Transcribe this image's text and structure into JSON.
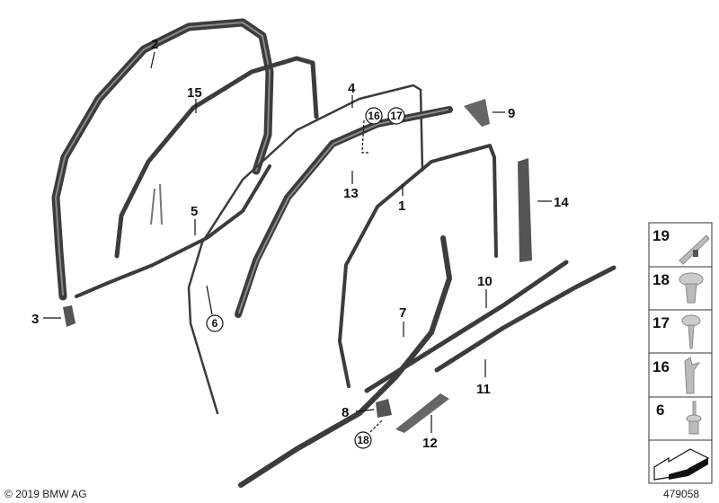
{
  "diagram": {
    "part_labels": {
      "p1": "1",
      "p2": "2",
      "p3": "3",
      "p4": "4",
      "p5": "5",
      "p7": "7",
      "p8": "8",
      "p9": "9",
      "p10": "10",
      "p11": "11",
      "p12": "12",
      "p13": "13",
      "p14": "14",
      "p15": "15"
    },
    "circled_labels": {
      "c6": "6",
      "c16": "16",
      "c17": "17",
      "c18": "18"
    },
    "legend": [
      {
        "number": "19",
        "icon": "expanding-rivet-strip"
      },
      {
        "number": "18",
        "icon": "push-clip"
      },
      {
        "number": "17",
        "icon": "tapping-screw"
      },
      {
        "number": "16",
        "icon": "spring-clip"
      },
      {
        "number": "6",
        "icon": "blind-rivet"
      },
      {
        "number": "",
        "icon": "direction-arrow"
      }
    ],
    "copyright": "© 2019 BMW AG",
    "diagram_number": "479058"
  }
}
